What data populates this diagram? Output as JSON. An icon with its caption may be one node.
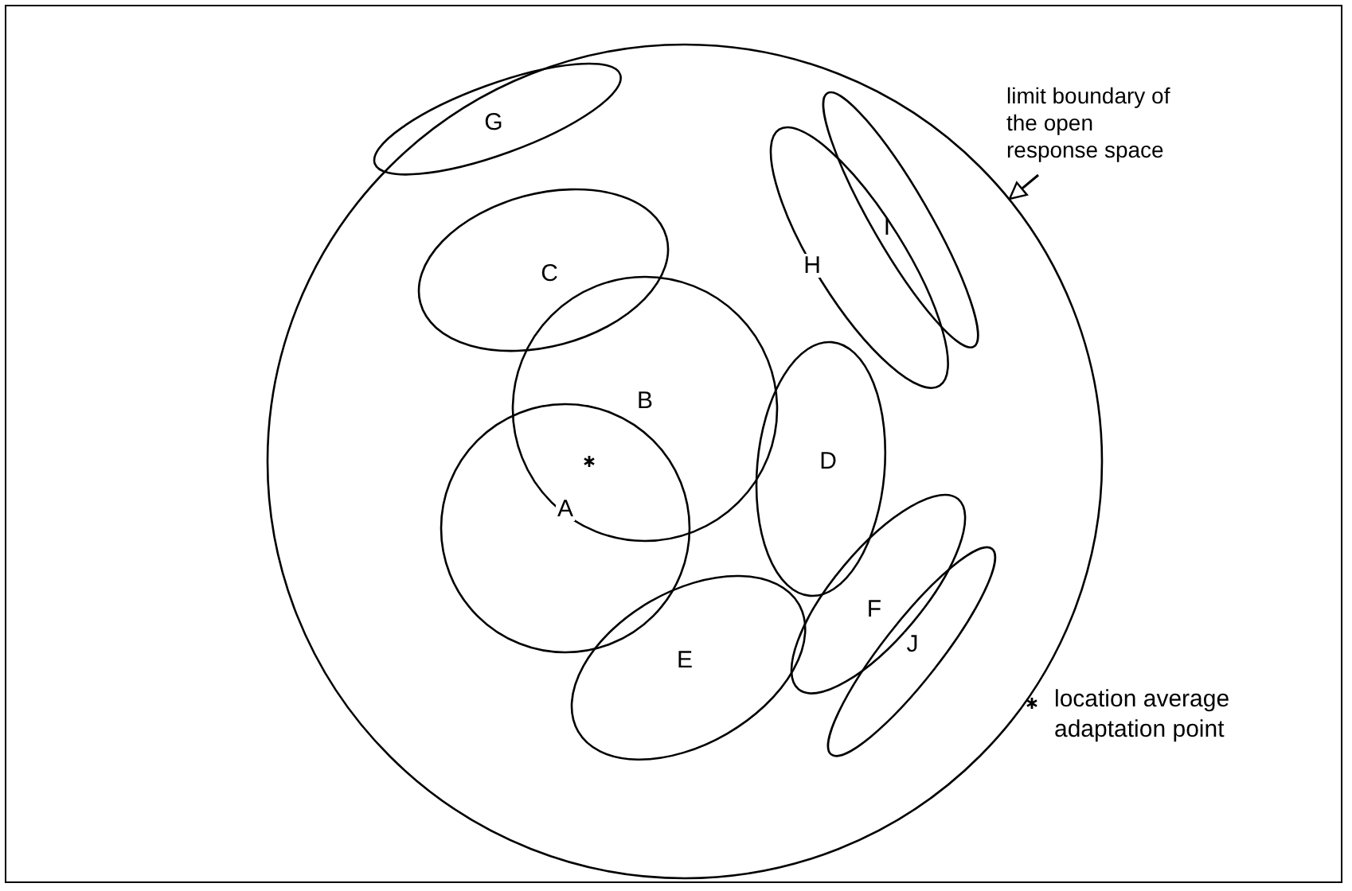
{
  "diagram": {
    "nodes": [
      {
        "text": [],
        "shape": "circle"
      },
      {
        "text": [
          "limit boundary of the open response space"
        ]
      },
      {
        "text": [
          "G"
        ],
        "in": 0
      },
      {
        "text": [
          "I"
        ],
        "in": 0
      },
      {
        "text": [
          "H"
        ],
        "in": 0
      },
      {
        "text": [
          "C"
        ],
        "in": 0
      },
      {
        "text": [
          "B"
        ],
        "in": 0
      },
      {
        "text": [
          "D"
        ],
        "in": 0
      },
      {
        "text": [
          "A"
        ],
        "in": 0
      },
      {
        "text": [
          "F"
        ],
        "in": 0
      },
      {
        "text": [
          "J"
        ],
        "in": 0
      },
      {
        "text": [
          "E"
        ],
        "in": 0
      }
    ],
    "edges": [
      {
        "from": 1,
        "to": 0,
        "arrow": "to"
      }
    ],
    "legend": [
      {
        "text": "location average adaptation point"
      }
    ]
  }
}
